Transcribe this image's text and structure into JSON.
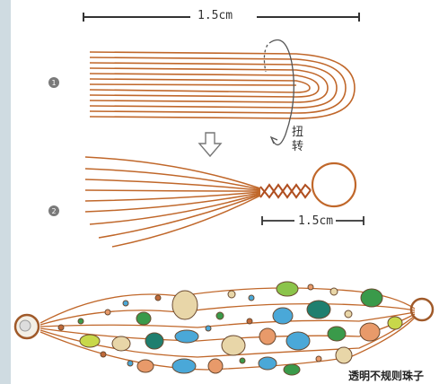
{
  "dimensions": {
    "top_label": "1.5cm",
    "middle_label": "1.5cm"
  },
  "steps": [
    {
      "marker": "1"
    },
    {
      "marker": "2"
    }
  ],
  "twist_label": "扭转",
  "caption": "透明不规则珠子",
  "colors": {
    "wire": "#c0672a",
    "dimension_line": "#333333",
    "bead_green": "#3a9a4a",
    "bead_blue": "#4aa8d8",
    "bead_cream": "#e8d6a8",
    "bead_teal": "#1f7f6f",
    "bead_orange": "#e89a6a"
  },
  "icons": [
    "step-marker-icon",
    "down-arrow-icon",
    "twist-rotation-icon",
    "bracelet-clasp-icon"
  ]
}
